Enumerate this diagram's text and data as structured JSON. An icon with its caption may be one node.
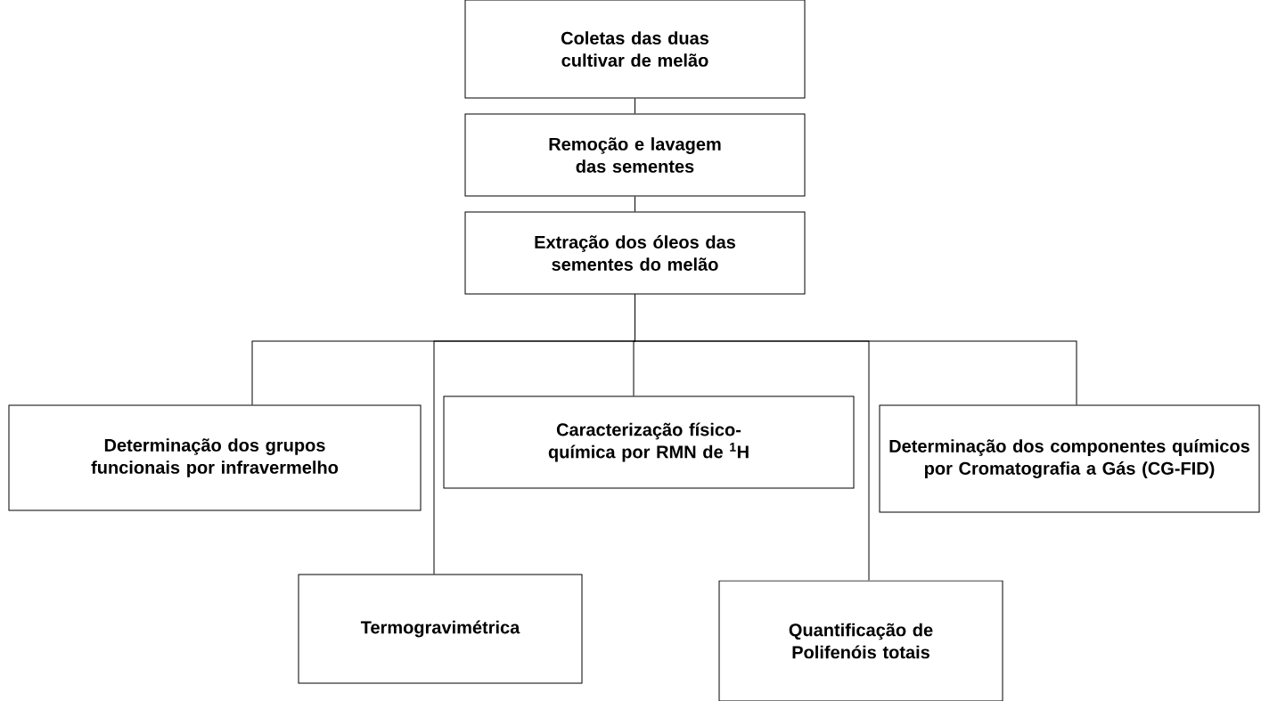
{
  "diagram": {
    "nodes": [
      {
        "text": [
          "Coletas das duas cultivar de melão"
        ]
      },
      {
        "text": [
          "Remoção e lavagem das sementes"
        ]
      },
      {
        "text": [
          "Extração dos óleos das sementes do melão"
        ]
      },
      {
        "text": [
          "Determinação dos grupos funcionais por infravermelho"
        ]
      },
      {
        "text": [
          "Caracterização físico-química por RMN de $^{1}$H"
        ]
      },
      {
        "text": [
          "Determinação dos componentes químicos por Cromatografia a Gás (CG-FID)"
        ]
      },
      {
        "text": [
          "Termogravimétrica"
        ]
      },
      {
        "text": [
          "Quantificação de Polifenóis totais"
        ]
      }
    ],
    "edges": [
      {
        "from": 0,
        "to": 1,
        "arrow": "none"
      },
      {
        "from": 1,
        "to": 2,
        "arrow": "none"
      },
      {
        "from": 2,
        "to": 3,
        "arrow": "none"
      },
      {
        "from": 2,
        "to": 6,
        "arrow": "none"
      },
      {
        "from": 2,
        "to": 4,
        "arrow": "none"
      },
      {
        "from": 2,
        "to": 7,
        "arrow": "none"
      },
      {
        "from": 2,
        "to": 5,
        "arrow": "none"
      }
    ]
  }
}
